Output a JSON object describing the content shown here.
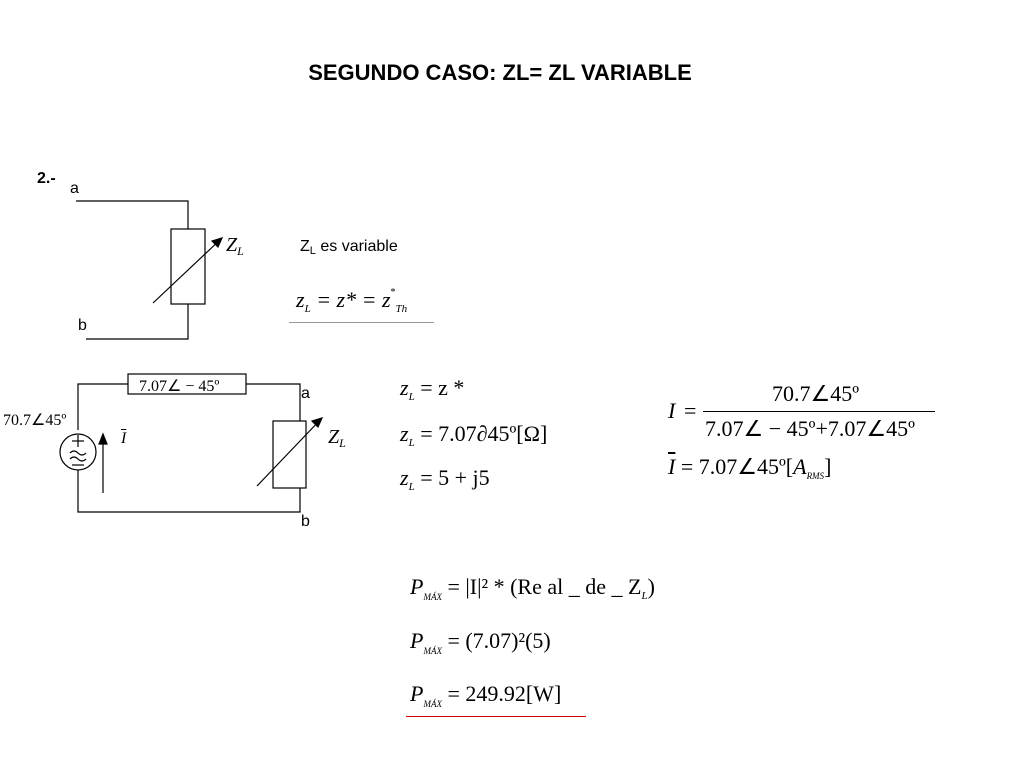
{
  "title": "SEGUNDO CASO: ZL= ZL VARIABLE",
  "section_label": "2.-",
  "circuit1": {
    "terminal_a": "a",
    "terminal_b": "b",
    "load_symbol": "Z",
    "load_sub": "L"
  },
  "note": {
    "text_main": "Z",
    "text_sub": "L",
    "text_rest": " es variable"
  },
  "eq_top": {
    "lhs": "z",
    "lhs_sub": "L",
    "mid": " = z* = z",
    "sup": "*",
    "sub_end": "Th"
  },
  "circuit2": {
    "source_label": "70.7∠45º",
    "series_impedance": "7.07∠ − 45º",
    "current_label": "I",
    "terminal_a": "a",
    "terminal_b": "b",
    "load_symbol": "Z",
    "load_sub": "L"
  },
  "eqs_mid": [
    {
      "lhs": "z",
      "sub": "L",
      "rhs": " = z *"
    },
    {
      "lhs": "z",
      "sub": "L",
      "rhs": " = 7.07∂45º[Ω]"
    },
    {
      "lhs": "z",
      "sub": "L",
      "rhs": " = 5 + j5"
    }
  ],
  "eq_current": {
    "lhs": "I",
    "numerator": "70.7∠45º",
    "denominator": "7.07∠ − 45º+7.07∠45º",
    "result_lhs": "I",
    "result_rhs": " = 7.07∠45º[",
    "result_unit": "A",
    "result_unit_sub": "RMS",
    "result_close": "]"
  },
  "eqs_power": [
    {
      "p": "P",
      "sub": "MÁX",
      "rhs": " = |I|² * (Re al _ de _ Z",
      "rhs_sub": "L",
      "rhs_end": ")"
    },
    {
      "p": "P",
      "sub": "MÁX",
      "rhs": " = (7.07)²(5)",
      "rhs_sub": "",
      "rhs_end": ""
    },
    {
      "p": "P",
      "sub": "MÁX",
      "rhs": " = 249.92[W]",
      "rhs_sub": "",
      "rhs_end": ""
    }
  ],
  "colors": {
    "text": "#000000",
    "underline": "#d00000",
    "rule": "#999999"
  }
}
